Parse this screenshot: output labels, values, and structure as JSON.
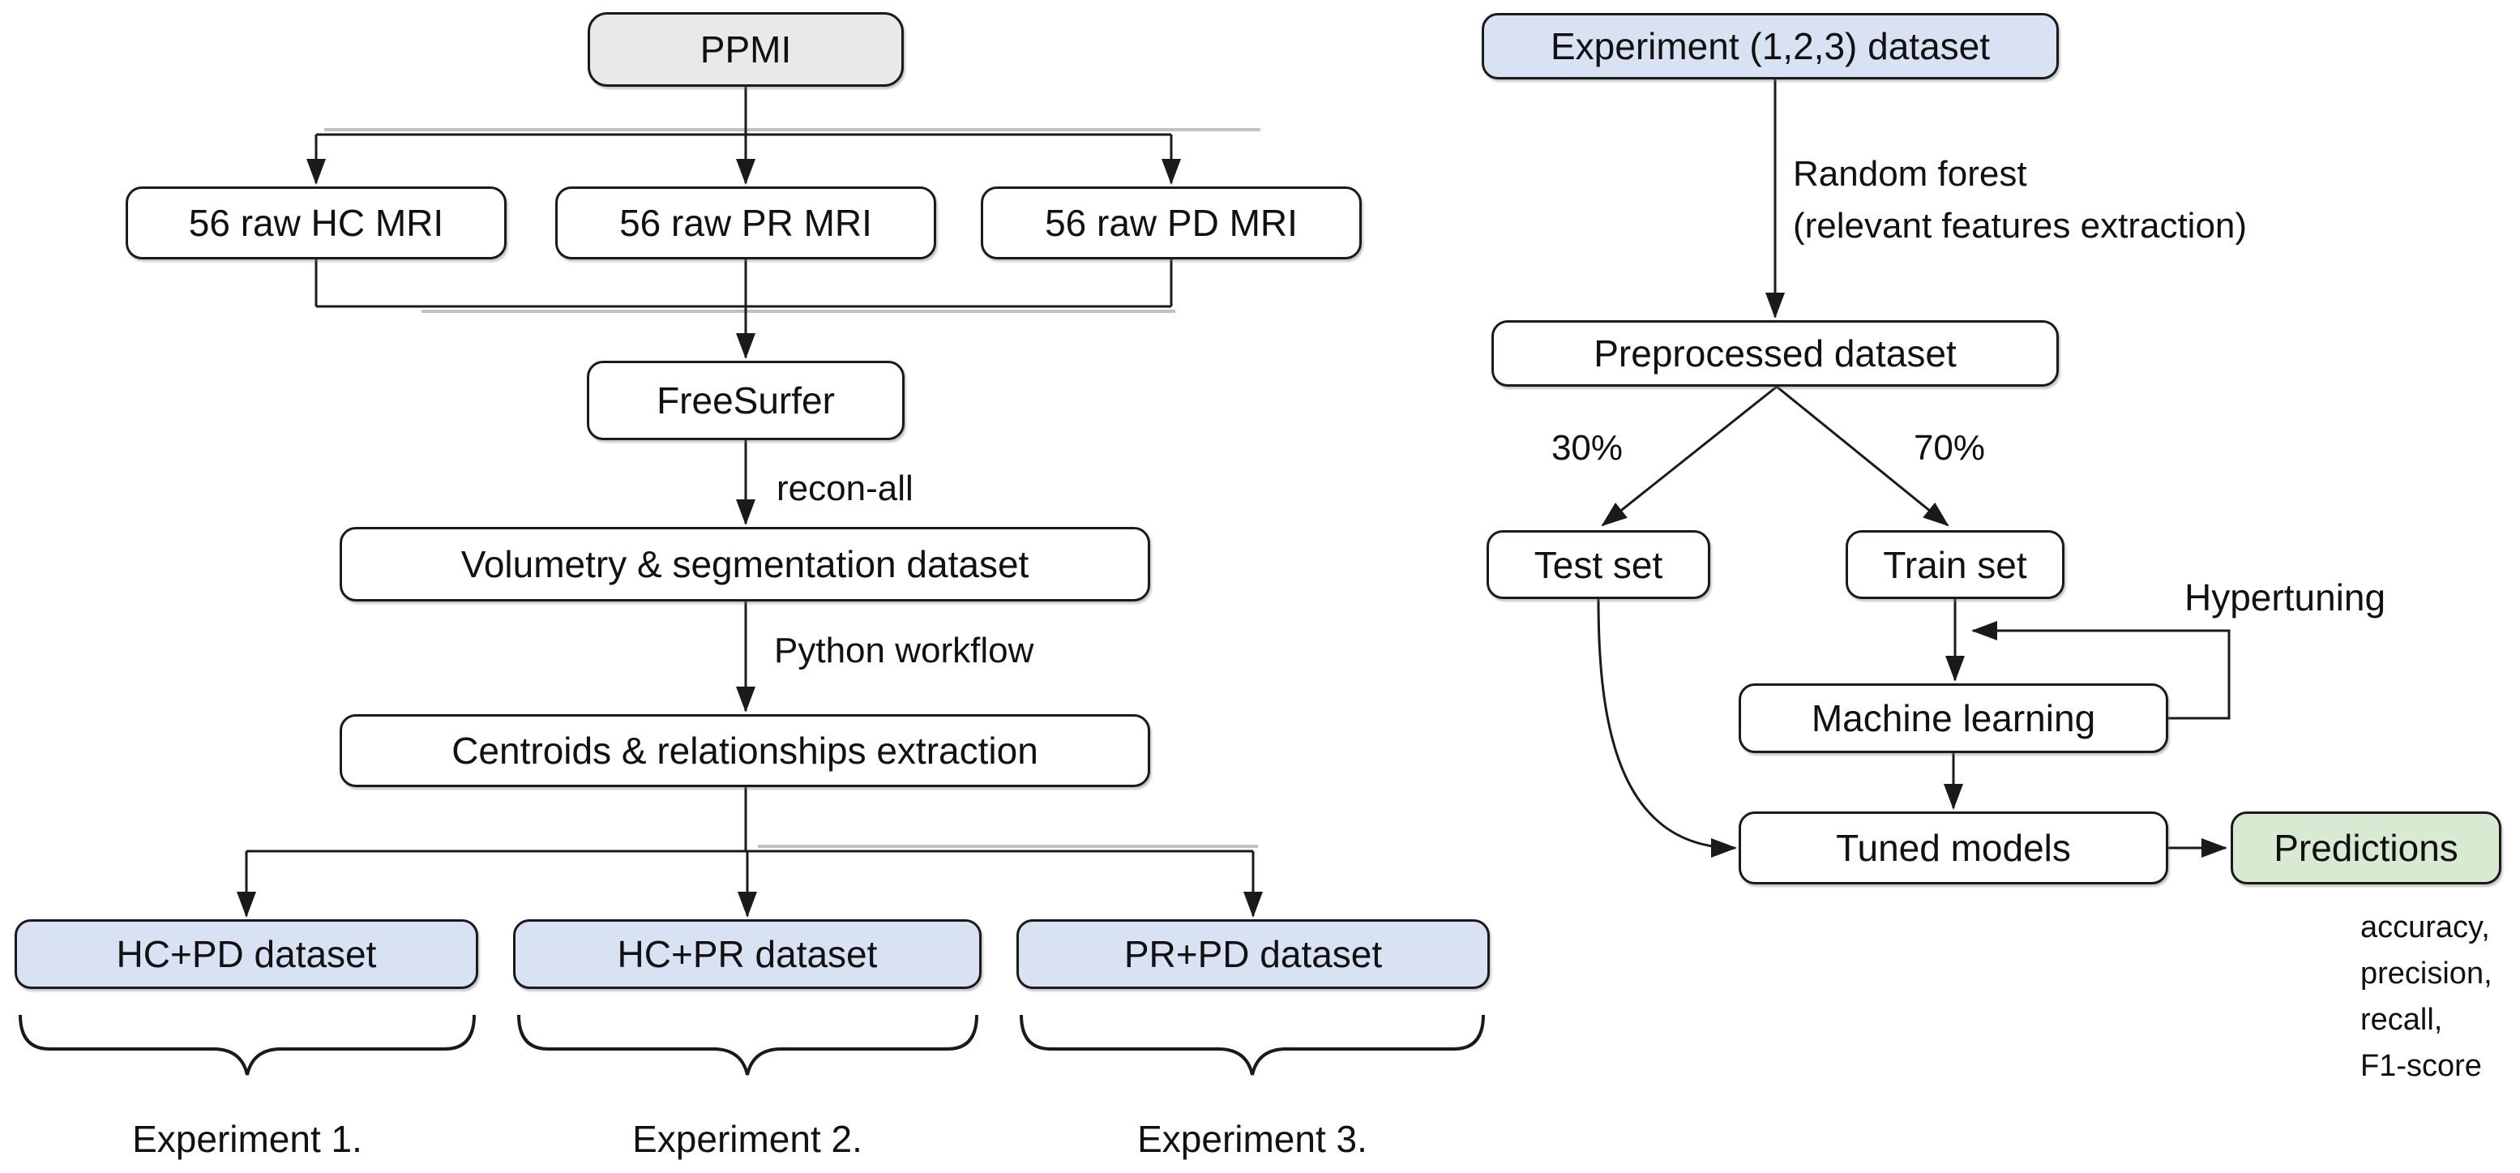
{
  "diagram": {
    "left": {
      "ppmi": "PPMI",
      "mri": [
        "56 raw HC MRI",
        "56 raw PR MRI",
        "56 raw PD MRI"
      ],
      "freesurfer": "FreeSurfer",
      "recon_all": "recon-all",
      "volumetry": "Volumetry & segmentation dataset",
      "python_workflow": "Python workflow",
      "centroids": "Centroids & relationships extraction",
      "datasets": [
        "HC+PD dataset",
        "HC+PR dataset",
        "PR+PD dataset"
      ],
      "experiments": [
        "Experiment 1.",
        "Experiment 2.",
        "Experiment 3."
      ]
    },
    "right": {
      "experiment_dataset": "Experiment (1,2,3) dataset",
      "random_forest": [
        "Random forest",
        "(relevant features extraction)"
      ],
      "preprocessed": "Preprocessed dataset",
      "split": {
        "test_pct": "30%",
        "train_pct": "70%"
      },
      "test_set": "Test set",
      "train_set": "Train set",
      "hypertuning": "Hypertuning",
      "machine_learning": "Machine learning",
      "tuned_models": "Tuned models",
      "predictions": "Predictions",
      "metrics": [
        "accuracy,",
        "precision,",
        "recall,",
        "F1-score"
      ]
    },
    "colors": {
      "box_blue": "#d9e2f3",
      "box_green": "#d9ead3",
      "box_gray": "#e9e9e9",
      "line": "#1a1a1a"
    }
  }
}
